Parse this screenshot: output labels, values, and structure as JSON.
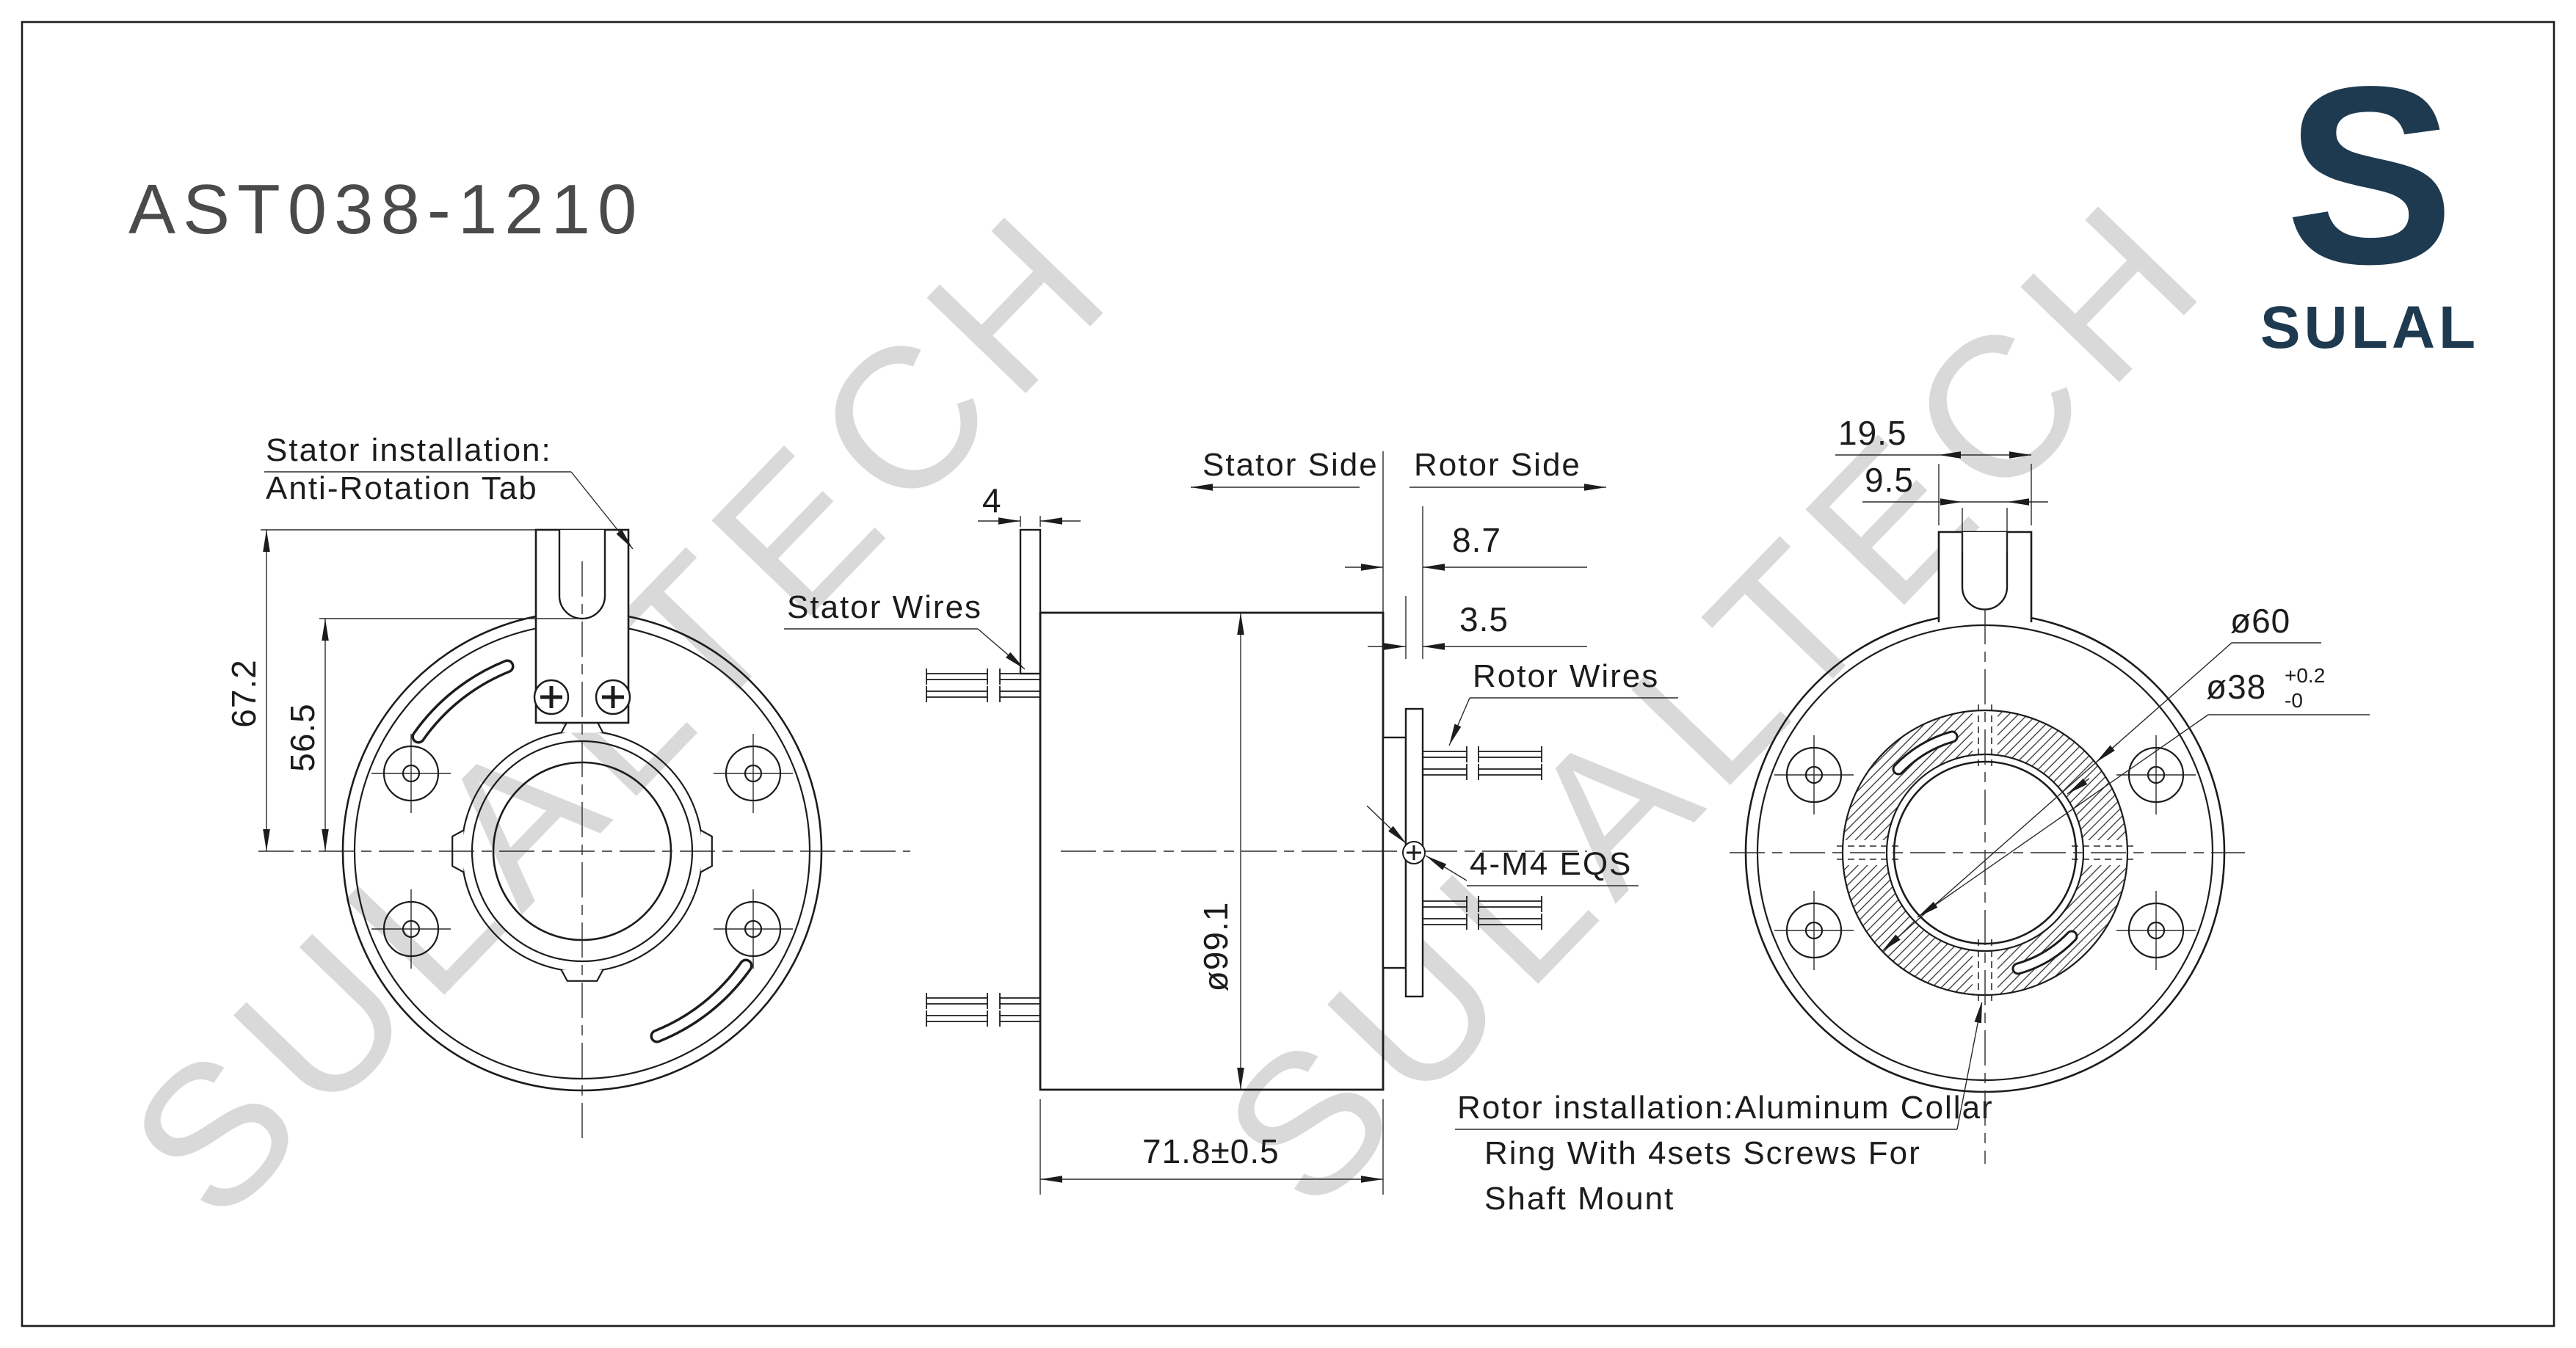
{
  "title": "AST038-1210",
  "logo": {
    "mark": "S",
    "brand": "SULAL"
  },
  "watermark": {
    "text": "SULALTECH"
  },
  "colors": {
    "line": "#1c1c1c",
    "brand_navy": "#1e3a50",
    "watermark_gray": "#d9d9d9",
    "title_gray": "#4a4a4a",
    "background": "#ffffff"
  },
  "front_view": {
    "note_line1": "Stator installation:",
    "note_line2": "Anti-Rotation Tab",
    "dim_tab_top": "67.2",
    "dim_slot_bottom": "56.5"
  },
  "side_view": {
    "dim_flange_thickness": "4",
    "stator_wires_label": "Stator Wires",
    "header_left": "Stator Side",
    "header_right": "Rotor Side",
    "dim_protrusion": "8.7",
    "dim_collar_thickness": "3.5",
    "rotor_wires_label": "Rotor Wires",
    "dim_body_diameter": "ø99.1",
    "screw_label": "4-M4 EQS",
    "dim_body_length": "71.8±0.5",
    "rotor_note_line1": "Rotor installation:Aluminum Collar",
    "rotor_note_line2": "Ring With 4sets Screws For",
    "rotor_note_line3": "Shaft Mount"
  },
  "rear_view": {
    "dim_tab_width": "19.5",
    "dim_slot_width": "9.5",
    "dim_collar_od": "ø60",
    "dim_bore": "ø38",
    "bore_tol_plus": "+0.2",
    "bore_tol_minus": "-0"
  }
}
